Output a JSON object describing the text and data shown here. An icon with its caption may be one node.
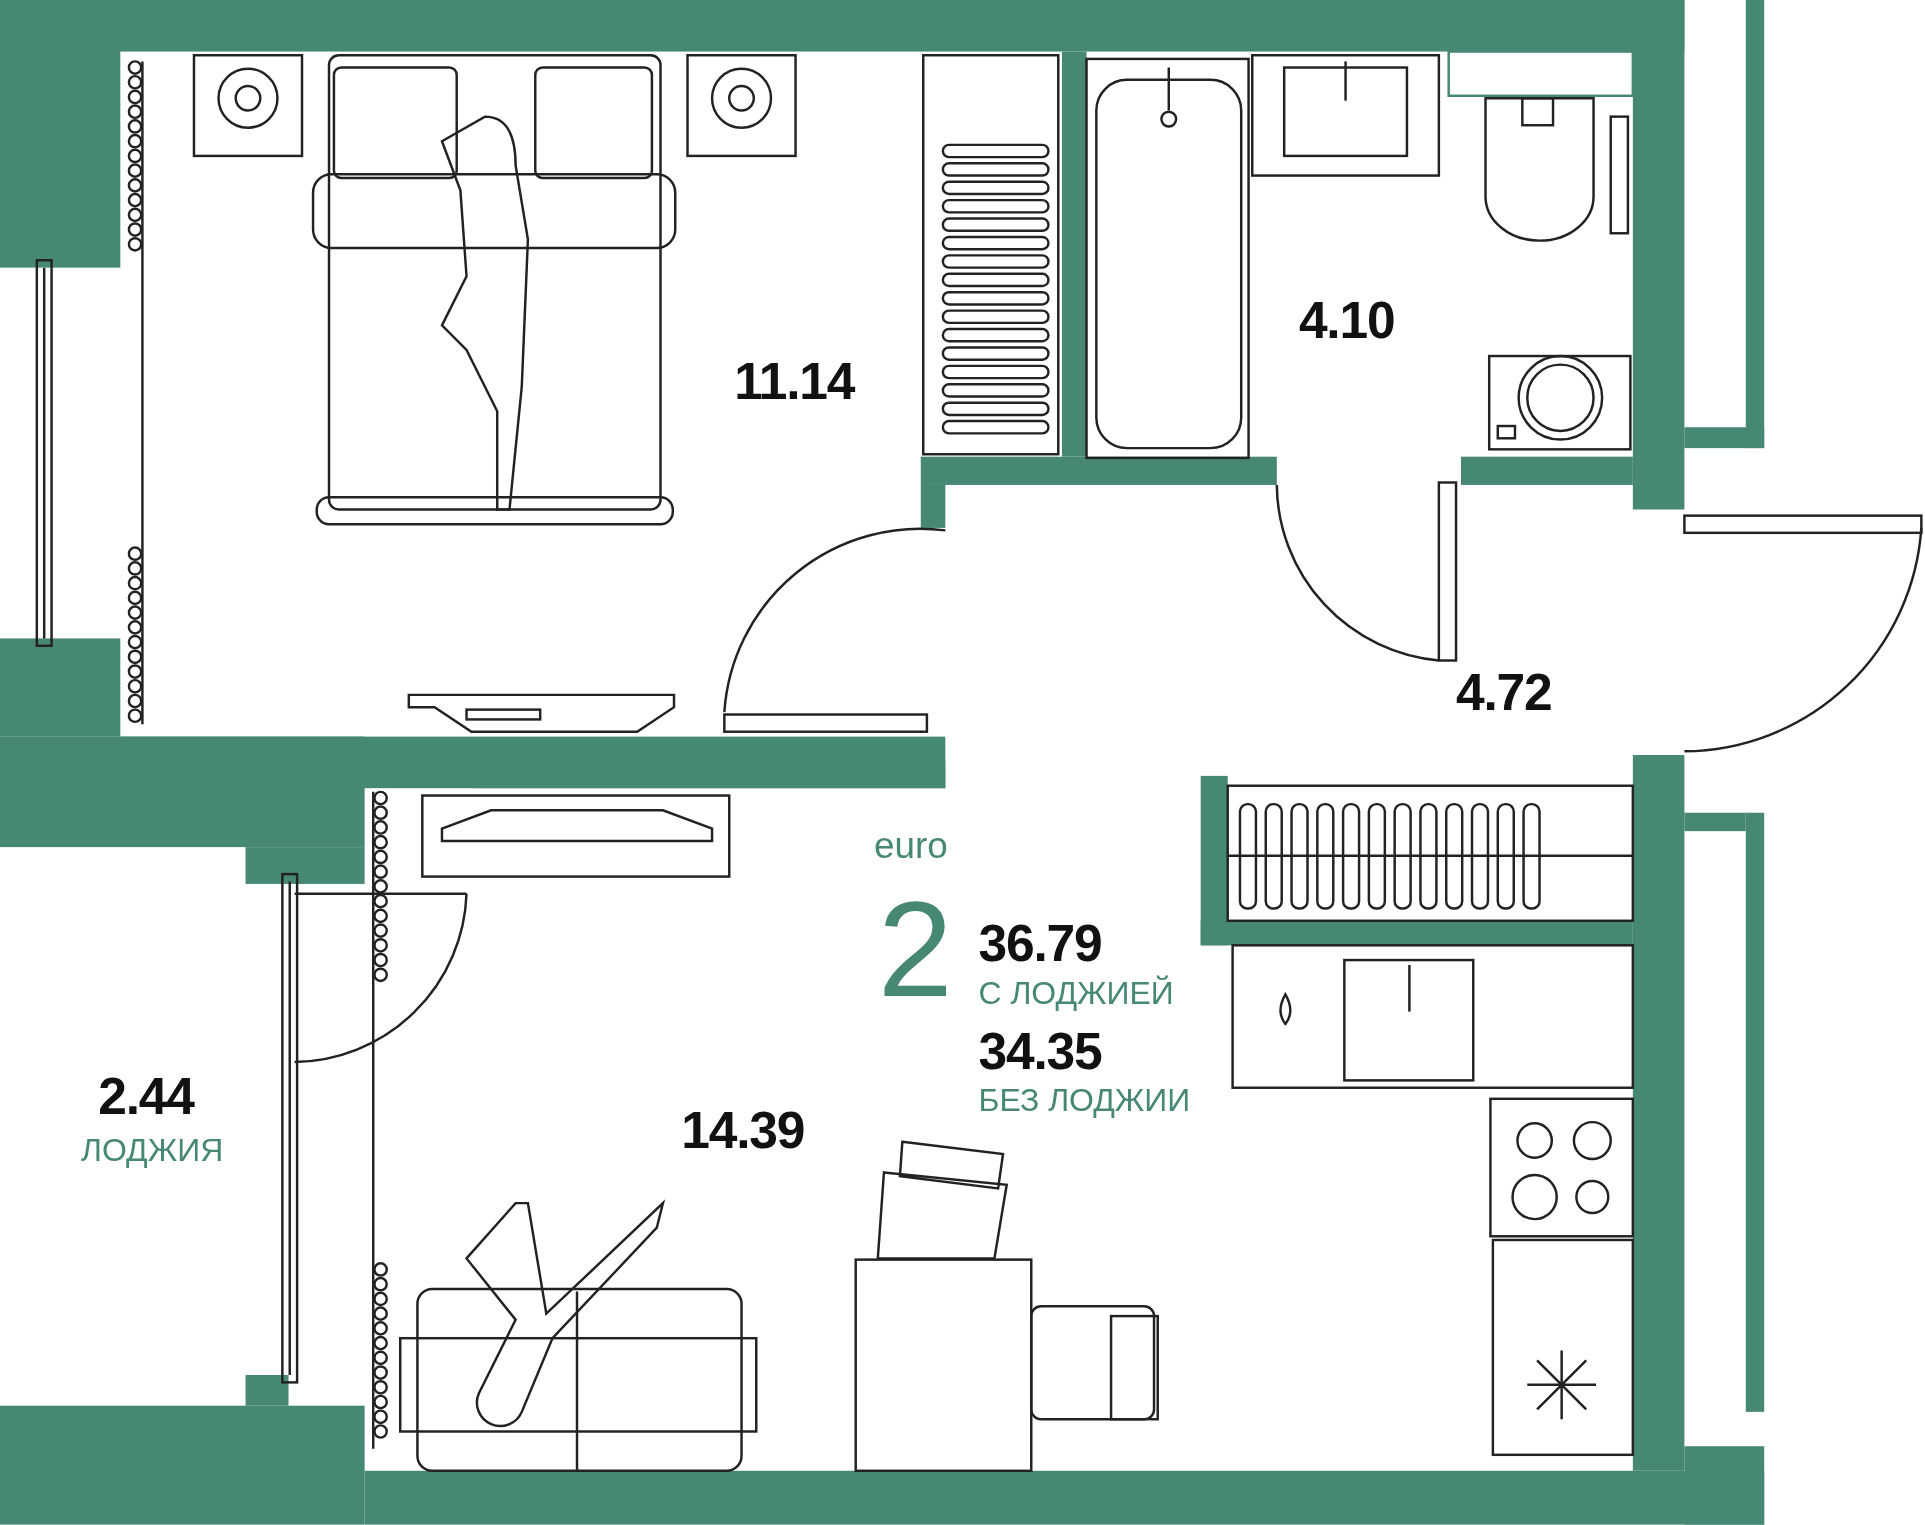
{
  "diagram": {
    "labels": [
      "11.14",
      "4.10",
      "4.72",
      "euro",
      "2",
      "36.79",
      "С ЛОДЖИЕЙ",
      "34.35",
      "БЕЗ ЛОДЖИИ",
      "2.44",
      "ЛОДЖИЯ",
      "14.39"
    ]
  }
}
